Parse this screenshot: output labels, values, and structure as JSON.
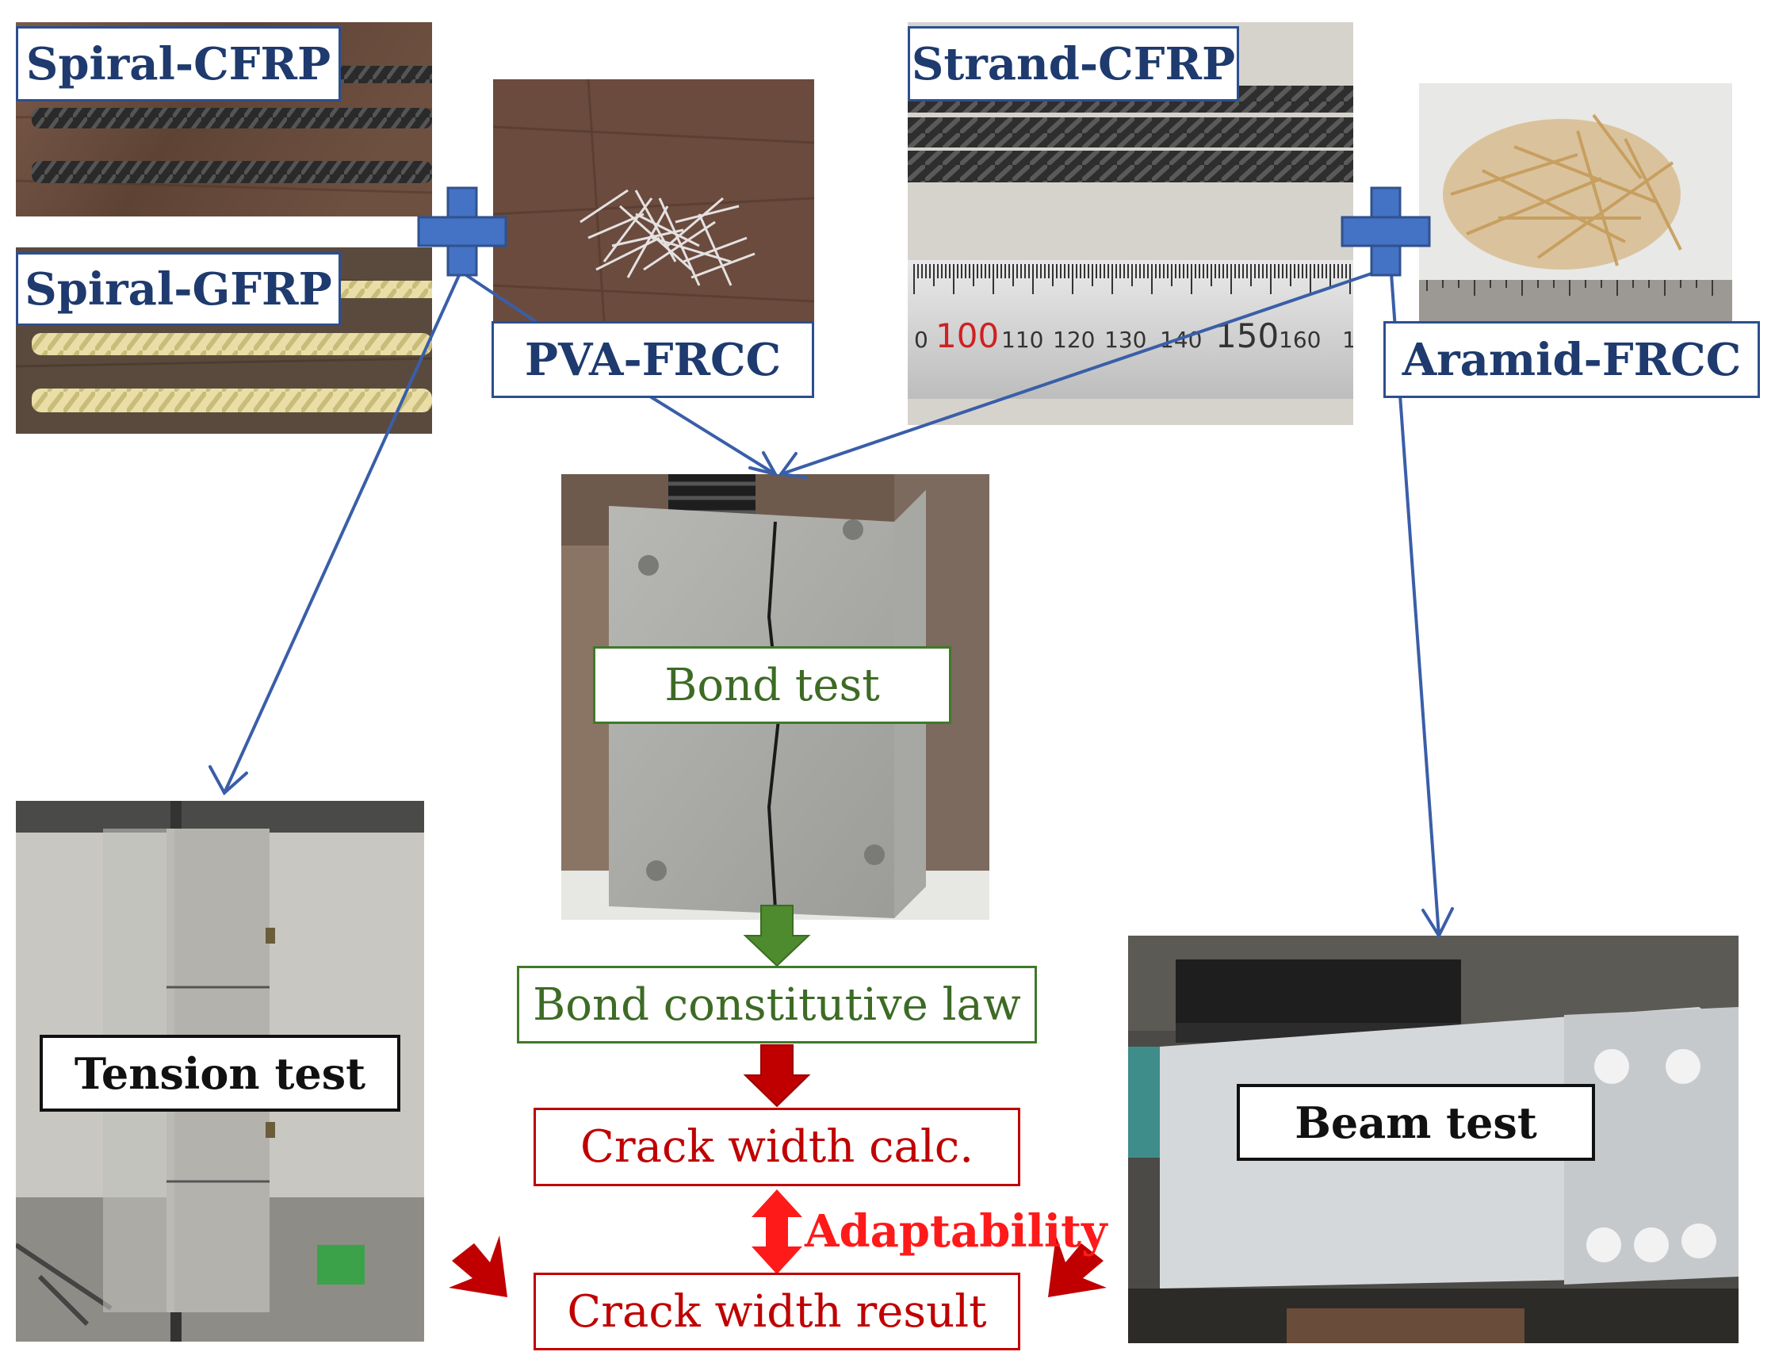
{
  "materials": {
    "spiral_cfrp": "Spiral-CFRP",
    "spiral_gfrp": "Spiral-GFRP",
    "pva_frcc": "PVA-FRCC",
    "strand_cfrp": "Strand-CFRP",
    "aramid_frcc": "Aramid-FRCC"
  },
  "ruler": {
    "numbers": [
      "0",
      "100",
      "110",
      "120",
      "130",
      "140",
      "150",
      "160",
      "1"
    ]
  },
  "tests": {
    "bond": "Bond test",
    "tension": "Tension test",
    "beam": "Beam test"
  },
  "flow": {
    "bond_law": "Bond constitutive law",
    "crack_calc": "Crack width calc.",
    "crack_result": "Crack width result",
    "adaptability": "Adaptability"
  },
  "colors": {
    "blue": "#3a5ea8",
    "plus": "#4472c4",
    "green": "#4e8a2e",
    "red": "#c00000",
    "bright_red": "#ff1a1a"
  },
  "icons": {
    "plus": "plus-icon",
    "arrow_green": "down-arrow-icon",
    "arrow_red": "down-arrow-icon",
    "double_arrow": "double-arrow-icon"
  }
}
